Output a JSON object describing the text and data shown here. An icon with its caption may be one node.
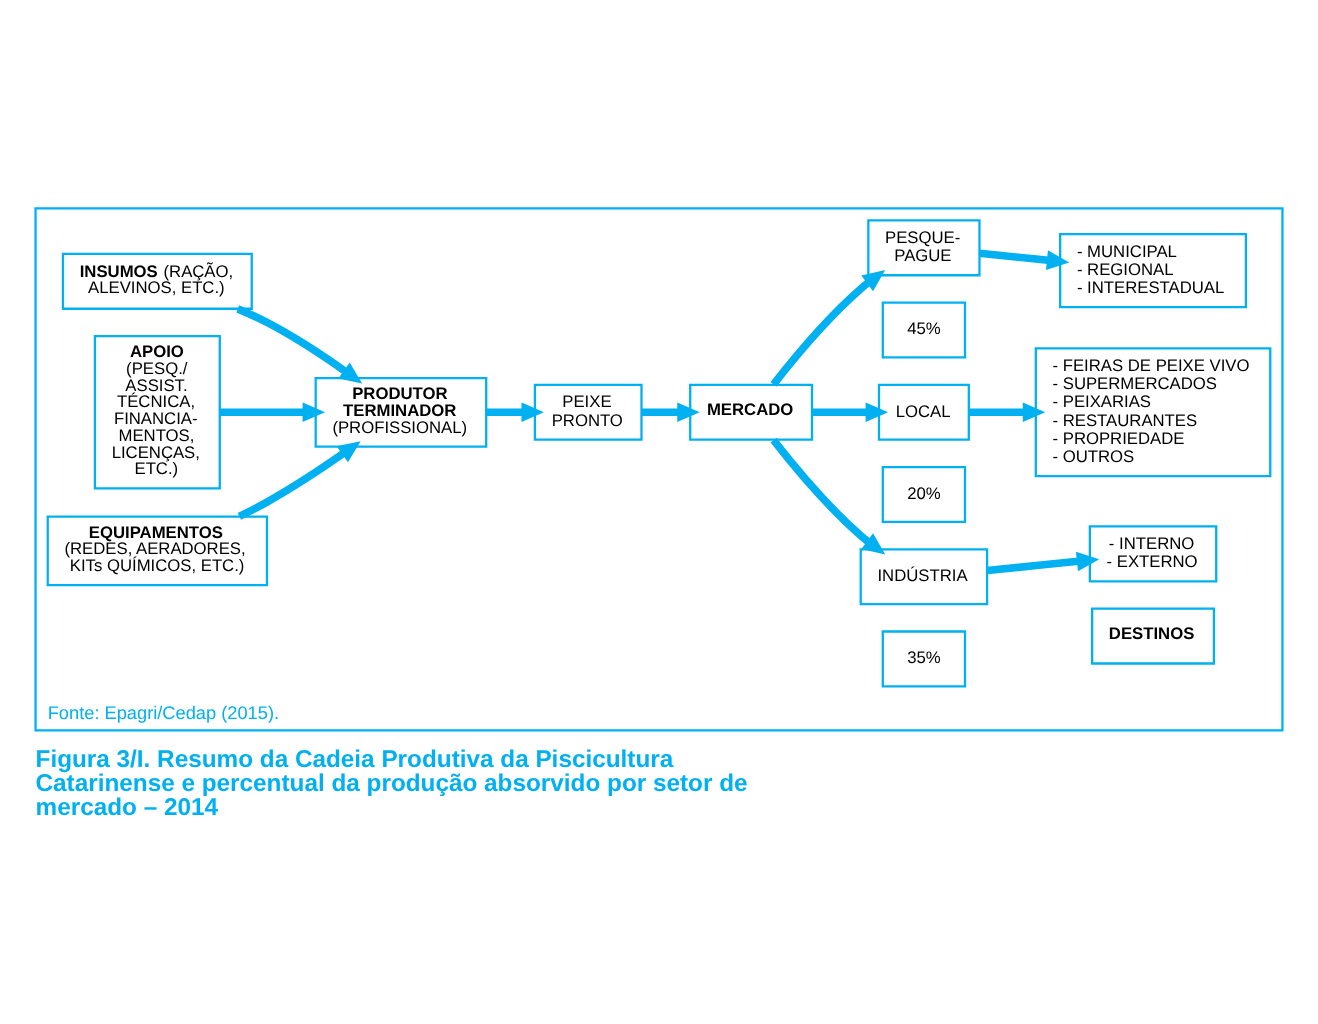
{
  "diagram": {
    "caption": "Figura 3/I. Resumo da Cadeia Produtiva da Piscicultura Catarinense e percentual da produção absorvido por setor de mercado – 2014",
    "nodes": [
      {
        "text": [
          "Fonte: Epagri/Cedap (2015)."
        ]
      },
      {
        "text": [
          "**INSUMOS** (RAÇÃO, ALEVINOS, ETC.)"
        ],
        "in": 0
      },
      {
        "text": [
          "**APOIO** (PESQ./ ASSIST. TÉCNICA, FINANCIA- MENTOS, LICENÇAS, ETC.)"
        ],
        "in": 0
      },
      {
        "text": [
          "**EQUIPAMENTOS** (REDES, AERADORES, KITs QUÍMICOS, ETC.)"
        ],
        "in": 0
      },
      {
        "text": [
          "**PRODUTOR TERMINADOR** (PROFISSIONAL)"
        ],
        "in": 0
      },
      {
        "text": [
          "PEIXE PRONTO"
        ],
        "in": 0
      },
      {
        "text": [
          "**MERCADO**"
        ],
        "in": 0
      },
      {
        "text": [
          "35%"
        ],
        "in": 0
      },
      {
        "text": [
          "INDÚSTRIA"
        ],
        "in": 0
      },
      {
        "text": [
          "**DESTINOS**"
        ],
        "in": 0
      },
      {
        "text": [
          "- INTERNO",
          "- EXTERNO"
        ],
        "in": 0
      },
      {
        "text": [
          "20%"
        ],
        "in": 0
      },
      {
        "text": [
          "LOCAL"
        ],
        "in": 0
      },
      {
        "text": [
          "- FEIRAS DE PEIXE VIVO",
          "- SUPERMERCADOS",
          "- PEIXARIAS",
          "- RESTAURANTES",
          "- PROPRIEDADE",
          "- OUTROS"
        ],
        "in": 0
      },
      {
        "text": [
          "45%"
        ],
        "in": 0
      },
      {
        "text": [
          "PESQUE- PAGUE"
        ],
        "in": 0
      },
      {
        "text": [
          "- MUNICIPAL",
          "- REGIONAL",
          "- INTERESTADUAL"
        ],
        "in": 0
      }
    ],
    "edges": [
      {
        "from": 1,
        "to": 4,
        "arrow": "to"
      },
      {
        "from": 2,
        "to": 4,
        "arrow": "to"
      },
      {
        "from": 3,
        "to": 4,
        "arrow": "to"
      },
      {
        "from": 4,
        "to": 5,
        "arrow": "to"
      },
      {
        "from": 5,
        "to": 6,
        "arrow": "to"
      },
      {
        "from": 6,
        "to": 8,
        "arrow": "to"
      },
      {
        "from": 6,
        "to": 12,
        "arrow": "to"
      },
      {
        "from": 6,
        "to": 15,
        "arrow": "to"
      },
      {
        "from": 8,
        "to": 10,
        "arrow": "to"
      },
      {
        "from": 12,
        "to": 13,
        "arrow": "to"
      },
      {
        "from": 15,
        "to": 16,
        "arrow": "to"
      }
    ]
  }
}
